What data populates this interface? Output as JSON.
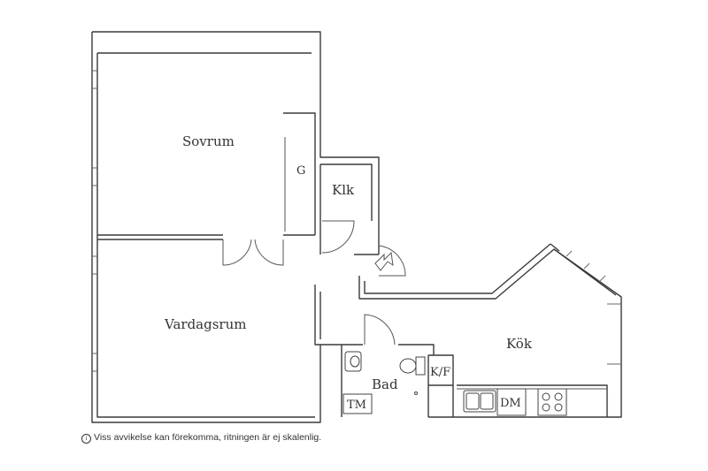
{
  "rooms": {
    "sovrum": "Sovrum",
    "vardagsrum": "Vardagsrum",
    "klk": "Klk",
    "g": "G",
    "bad": "Bad",
    "kok": "Kök"
  },
  "fixtures": {
    "tm": "TM",
    "kf": "K/F",
    "dm": "DM"
  },
  "footnote": {
    "icon": "info-icon",
    "text": "Viss avvikelse kan förekomma, ritningen är ej skalenlig."
  }
}
